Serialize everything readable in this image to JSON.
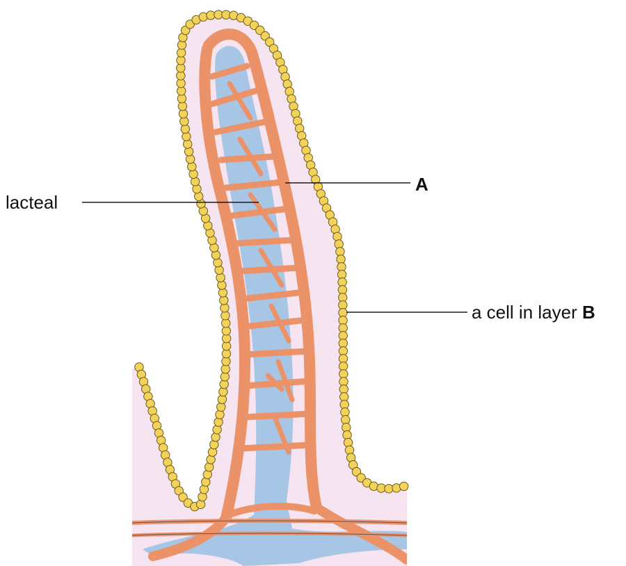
{
  "labels": {
    "lacteal": "lacteal",
    "a": "A",
    "cell_prefix": "a cell in layer ",
    "cell_letter": "B"
  },
  "colors": {
    "background": "#ffffff",
    "villus_fill": "#f6e4f0",
    "epithelium_cell": "#f2d25a",
    "epithelium_outline": "#1a1a1a",
    "blood_vessel": "#ec9268",
    "lacteal": "#a7c6e6",
    "leader_line": "#1a1a1a"
  }
}
